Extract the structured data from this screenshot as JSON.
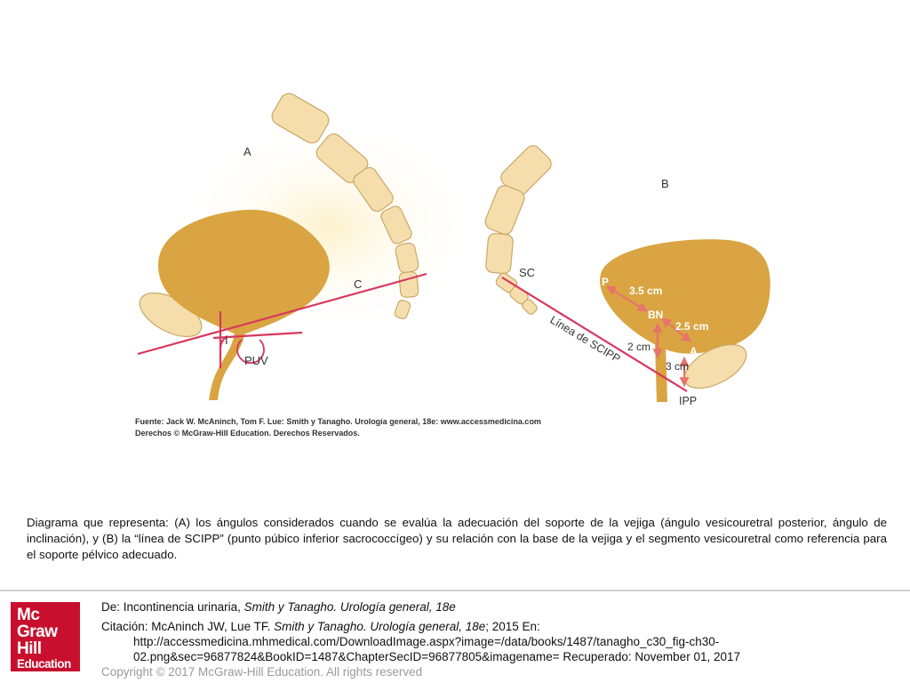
{
  "figure": {
    "panel_a": {
      "label": "A",
      "line_c_label": "C",
      "angle_i_label": "I",
      "puv_label": "PUV"
    },
    "panel_b": {
      "label": "B",
      "sc_label": "SC",
      "scipp_line_label": "Línea de SCIPP",
      "p_label": "P",
      "bn_label": "BN",
      "a_point_label": "A",
      "ipp_label": "IPP",
      "dist_p_bn": "3.5 cm",
      "dist_bn_a": "2.5 cm",
      "dist_bn_line": "2 cm",
      "dist_a_line": "3 cm"
    },
    "source_line_1": "Fuente: Jack W. McAninch, Tom F. Lue: Smith y Tanagho. Urología general, 18e: www.accessmedicina.com",
    "source_line_2": "Derechos © McGraw-Hill Education. Derechos Reservados.",
    "colors": {
      "organ": "#d9a441",
      "bone": "#f6deac",
      "bone_stroke": "#c9a86a",
      "line": "#d8375e",
      "arrow": "#e8736c"
    }
  },
  "caption": " Diagrama que representa: (A) los ángulos considerados cuando se evalúa la adecuación del soporte de la vejiga (ángulo vesicouretral posterior, ángulo de inclinación), y (B) la “línea de SCIPP” (punto púbico inferior sacrococcígeo) y su relación con la base de la vejiga y el segmento vesicouretral como referencia para el soporte pélvico adecuado.",
  "footer": {
    "logo": {
      "line1": "Mc",
      "line2": "Graw",
      "line3": "Hill",
      "line4": "Education"
    },
    "de_prefix": "De: Incontinencia urinaria, ",
    "de_title": "Smith y Tanagho. Urología general, 18e",
    "citation_prefix": "Citación: McAninch JW, Lue TF. ",
    "citation_title": "Smith y Tanagho. Urología general, 18e",
    "citation_suffix": "; 2015 En:",
    "citation_url_1": "http://accessmedicina.mhmedical.com/DownloadImage.aspx?image=/data/books/1487/tanagho_c30_fig-ch30-",
    "citation_url_2": "02.png&sec=96877824&BookID=1487&ChapterSecID=96877805&imagename= Recuperado: November 01, 2017",
    "copyright": "Copyright © 2017 McGraw-Hill Education. All rights reserved"
  }
}
